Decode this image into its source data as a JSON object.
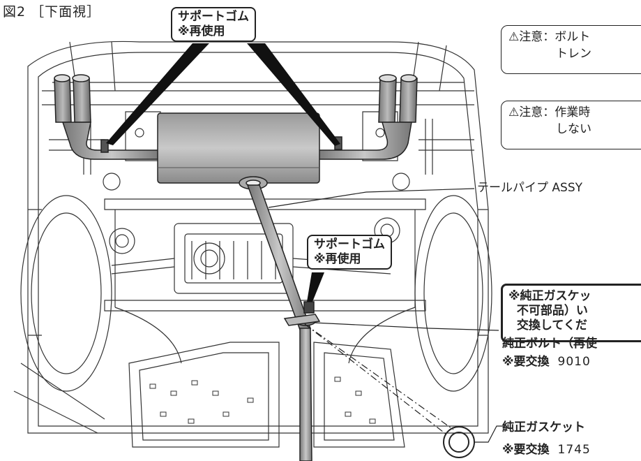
{
  "figure_title": "図2 ［下面視］",
  "callouts": [
    {
      "line1": "サポートゴム",
      "line2": "※再使用"
    },
    {
      "line1": "サポートゴム",
      "line2": "※再使用"
    }
  ],
  "cautions": [
    {
      "text": "⚠注意：ボルト\n　　　　トレン"
    },
    {
      "text": "⚠注意：作業時\n　　　　しない"
    }
  ],
  "gasket_note": {
    "text": "※純正ガスケッ\n  不可部品）い\n  交換してくだ"
  },
  "labels": {
    "tailpipe": "テールパイプ ASSY",
    "bolt_name": "純正ボルト（再使",
    "bolt_req": "※要交換",
    "bolt_part": "9010",
    "gasket_name": "純正ガスケット",
    "gasket_req": "※要交換",
    "gasket_part": "1745"
  }
}
